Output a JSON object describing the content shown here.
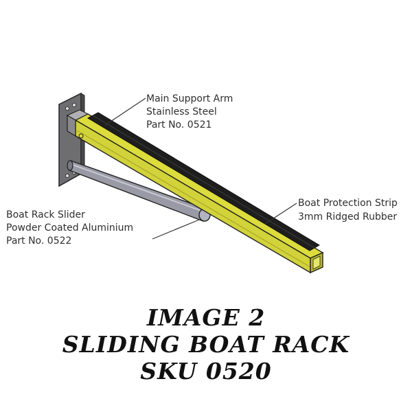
{
  "callouts": {
    "main_arm": {
      "lines": [
        "Main Support Arm",
        "Stainless Steel",
        "Part No. 0521"
      ]
    },
    "strip": {
      "lines": [
        "Boat Protection Strip",
        "3mm Ridged Rubber"
      ]
    },
    "slider": {
      "lines": [
        "Boat Rack Slider",
        "Powder Coated Aluminium",
        "Part No. 0522"
      ]
    }
  },
  "caption": {
    "line1": "IMAGE 2",
    "line2": "SLIDING BOAT RACK",
    "line3": "SKU 0520"
  },
  "colors": {
    "arm_yellow": "#dcdc3c",
    "arm_yellow_dark": "#a8a82a",
    "rubber_strip": "#1e1e1e",
    "slider_tube": "#9a9aa6",
    "wall_plate": "#6e6e70",
    "outline": "#222222"
  }
}
